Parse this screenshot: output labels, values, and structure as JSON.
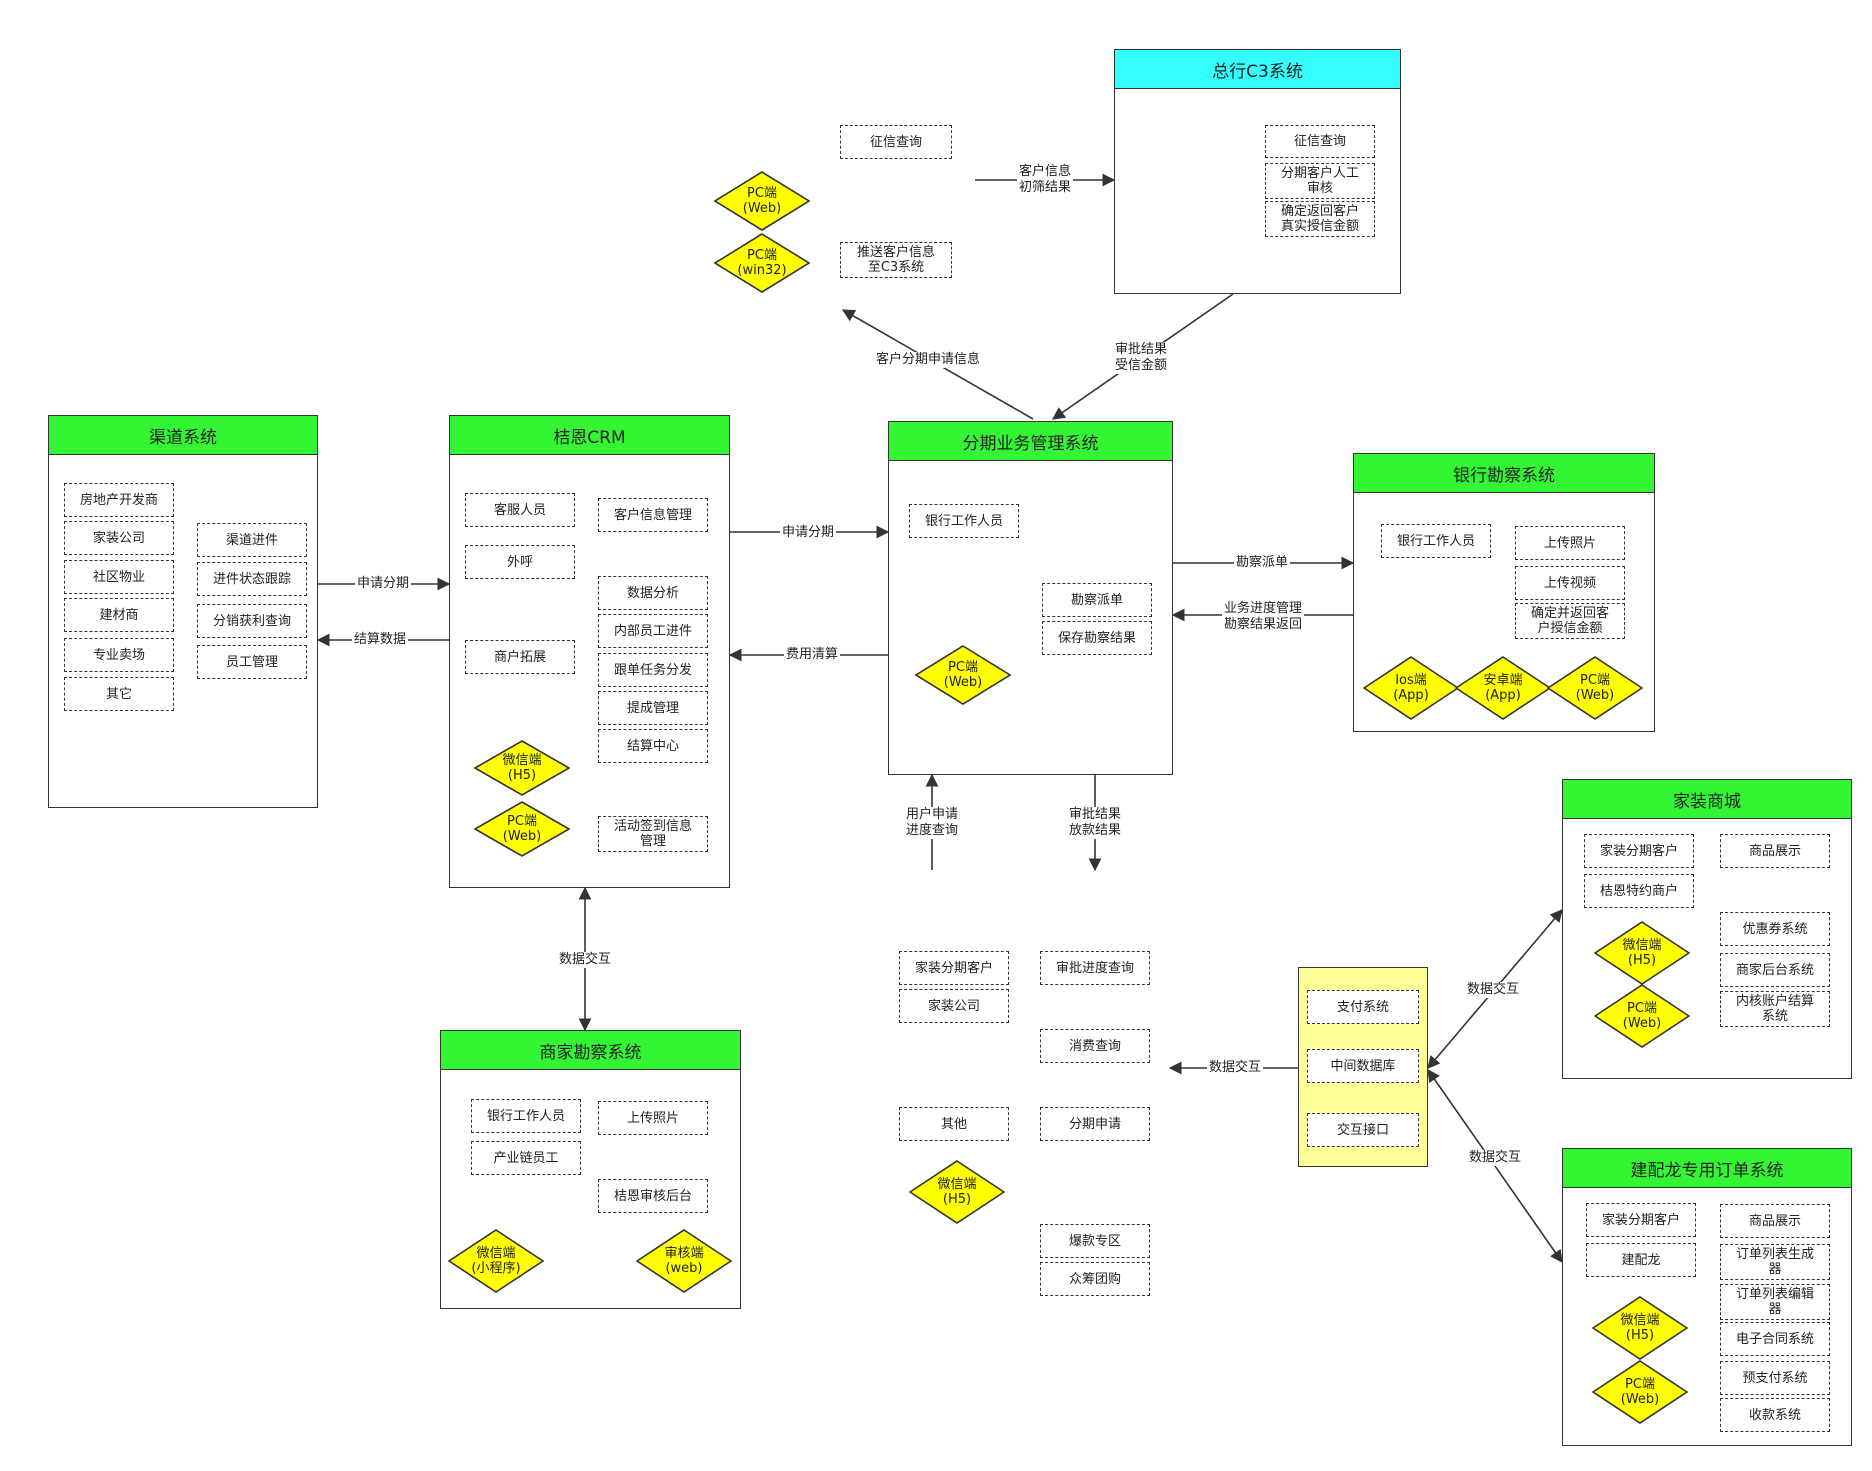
{
  "colors": {
    "header_green": "#33f533",
    "header_cyan": "#33ffff",
    "diamond_yellow": "#ffff00",
    "hub_yellow": "#ffff99",
    "line": "#333333"
  },
  "systems": {
    "c3": {
      "title": "总行C3系统",
      "boxes": [
        "征信查询",
        "分期客户人工\n审核",
        "确定返回客户\n真实授信金额"
      ]
    },
    "channel": {
      "title": "渠道系统",
      "boxes": [
        "房地产开发商",
        "家装公司",
        "社区物业",
        "建材商",
        "专业卖场",
        "其它",
        "渠道进件",
        "进件状态跟踪",
        "分销获利查询",
        "员工管理"
      ]
    },
    "crm": {
      "title": "桔恩CRM",
      "boxes": [
        "客服人员",
        "外呼",
        "商户拓展",
        "客户信息管理",
        "数据分析",
        "内部员工进件",
        "跟单任务分发",
        "提成管理",
        "结算中心",
        "活动签到信息\n管理"
      ],
      "diamonds": [
        "微信端\n(H5)",
        "PC端\n(Web)"
      ]
    },
    "installment": {
      "title": "分期业务管理系统",
      "boxes": [
        "银行工作人员",
        "勘察派单",
        "保存勘察结果"
      ],
      "diamonds": [
        "PC端\n(Web)"
      ]
    },
    "survey": {
      "title": "银行勘察系统",
      "boxes": [
        "银行工作人员",
        "上传照片",
        "上传视频",
        "确定并返回客\n户授信金额"
      ],
      "diamonds": [
        "Ios端\n(App)",
        "安卓端\n(App)",
        "PC端\n(Web)"
      ]
    },
    "merchant": {
      "title": "商家勘察系统",
      "boxes": [
        "银行工作人员",
        "产业链员工",
        "上传照片",
        "桔恩审核后台"
      ],
      "diamonds": [
        "微信端\n(小程序)",
        "审核端\n(web)"
      ]
    },
    "mall": {
      "title": "家装商城",
      "boxes": [
        "家装分期客户",
        "桔恩特约商户",
        "商品展示",
        "优惠券系统",
        "商家后台系统",
        "内核账户结算\n系统"
      ],
      "diamonds": [
        "微信端\n(H5)",
        "PC端\n(Web)"
      ]
    },
    "jpl": {
      "title": "建配龙专用订单系统",
      "boxes": [
        "家装分期客户",
        "建配龙",
        "商品展示",
        "订单列表生成\n器",
        "订单列表编辑\n器",
        "电子合同系统",
        "预支付系统",
        "收款系统"
      ],
      "diamonds": [
        "微信端\n(H5)",
        "PC端\n(Web)"
      ]
    },
    "top_free": {
      "boxes": [
        "征信查询",
        "推送客户信息\n至C3系统"
      ],
      "diamonds": [
        "PC端\n(Web)",
        "PC端\n(win32)"
      ]
    },
    "center_free": {
      "boxes": [
        "家装分期客户",
        "家装公司",
        "其他",
        "审批进度查询",
        "消费查询",
        "分期申请",
        "爆款专区",
        "众筹团购"
      ],
      "diamonds": [
        "微信端\n(H5)"
      ]
    },
    "hub": {
      "boxes": [
        "支付系统",
        "中间数据库",
        "交互接口"
      ]
    }
  },
  "edge_labels": {
    "apply_c3": "客户信息\n初筛结果",
    "customer_apply_info": "客户分期申请信息",
    "approval_credit": "审批结果\n受信金额",
    "apply_installment_left": "申请分期",
    "settle_data": "结算数据",
    "apply_installment_mid": "申请分期",
    "fee_settle": "费用清算",
    "survey_dispatch": "勘察派单",
    "survey_return": "业务进度管理\n勘察结果返回",
    "user_apply": "用户申请\n进度查询",
    "approval_loan": "审批结果\n放款结果",
    "data_ex_crm": "数据交互",
    "data_ex_center": "数据交互",
    "data_ex_mall": "数据交互",
    "data_ex_jpl": "数据交互"
  }
}
